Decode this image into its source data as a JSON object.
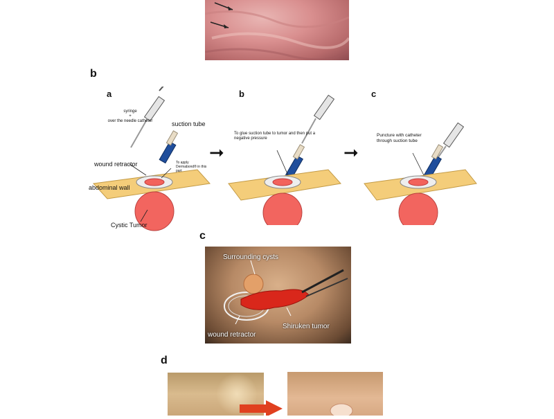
{
  "panels": {
    "b": {
      "letter": "b",
      "sub_a": {
        "letter": "a",
        "syringe_label_1": "syringe",
        "syringe_label_2": "+",
        "syringe_label_3": "over the needle catheter",
        "suction_tube_label": "suction tube",
        "wound_retractor_label": "wound retractor",
        "apply_note": "To apply Dermabond® in this part",
        "abdominal_wall_label": "abdominal wall",
        "cystic_tumor_label": "Cystic Tumor"
      },
      "sub_b": {
        "letter": "b",
        "note": "To glue suction tube to tumor and then put a negative pressure"
      },
      "sub_c": {
        "letter": "c",
        "note": "Puncture with catheter through suction tube"
      },
      "arrow_symbol": "➞"
    },
    "c": {
      "letter": "c",
      "surrounding_cysts_label": "Surrounding cysts",
      "wound_retractor_label": "wound retractor",
      "shiruken_tumor_label": "Shiruken tumor"
    },
    "d": {
      "letter": "d"
    }
  }
}
